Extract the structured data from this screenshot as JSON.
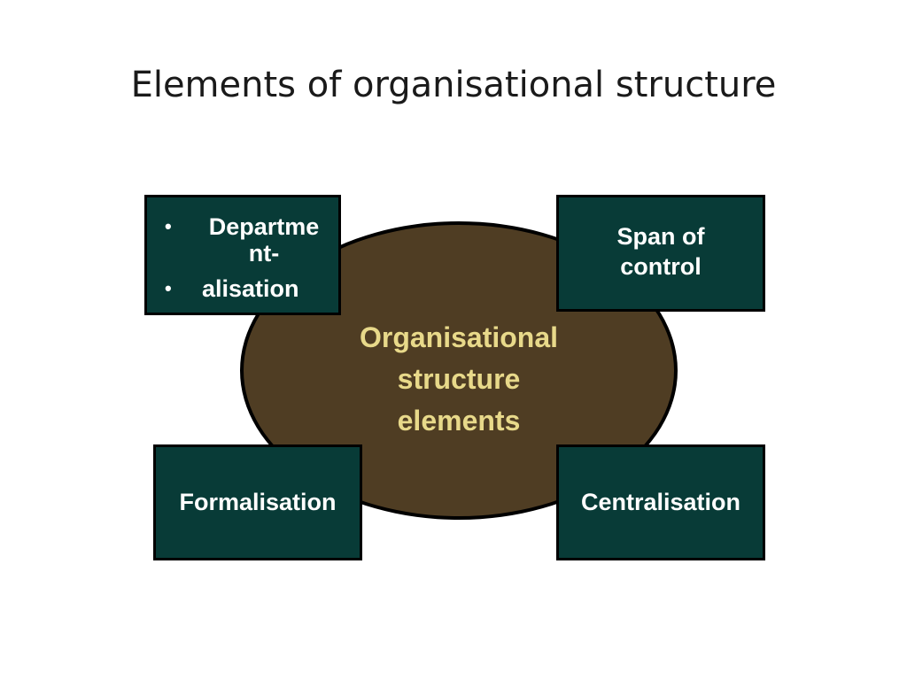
{
  "slide": {
    "title": "Elements of organisational structure"
  },
  "center": {
    "line1": "Organisational",
    "line2": "structure",
    "line3": "elements",
    "fill_color": "#4f3d23",
    "text_color": "#e8d98a"
  },
  "boxes": {
    "fill_color": "#083b37",
    "text_color": "#ffffff",
    "departmentalisation": {
      "bullet_glyph": "•",
      "line1": "Departme nt-",
      "line2": "alisation"
    },
    "span_of_control": {
      "line1": "Span of",
      "line2": "control"
    },
    "formalisation": {
      "label": "Formalisation"
    },
    "centralisation": {
      "label": "Centralisation"
    }
  }
}
